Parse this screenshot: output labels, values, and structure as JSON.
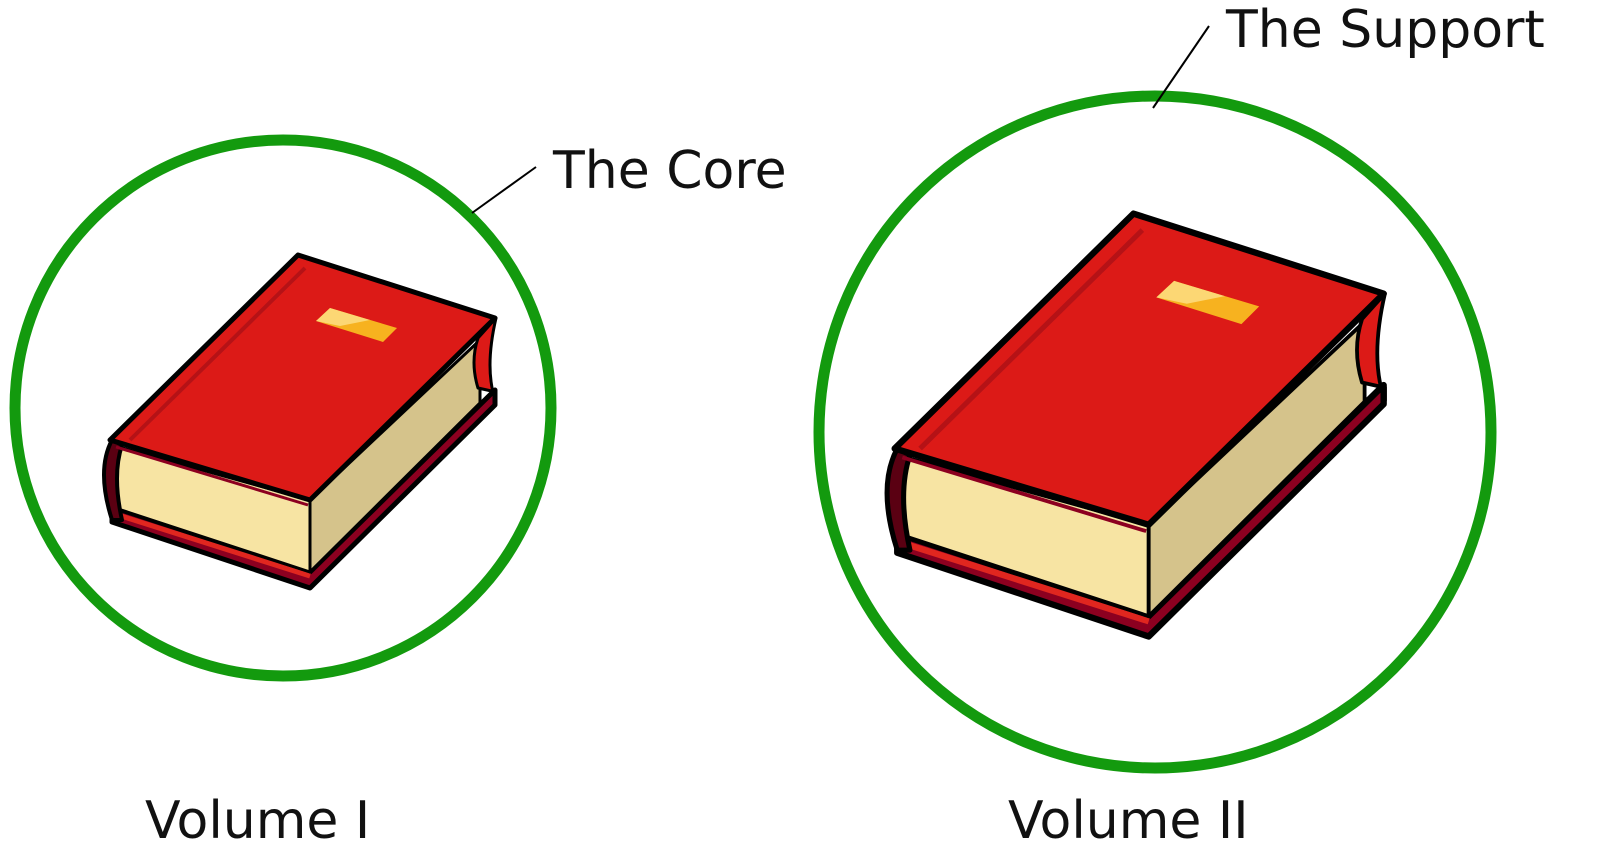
{
  "colors": {
    "background": "#ffffff",
    "ring": "#139a0e",
    "cover": "#dc1a17",
    "cover_dark": "#8c0020",
    "cover_edge": "#b51216",
    "pages": "#f7e4a3",
    "pages_shade": "#d5c38b",
    "label_tag": "#f7b21f",
    "outline": "#000000",
    "text": "#111111"
  },
  "volumes": [
    {
      "caption": "Volume I",
      "callout": "The Core",
      "icon": "book-icon"
    },
    {
      "caption": "Volume II",
      "callout": "The Support",
      "icon": "book-icon"
    }
  ]
}
